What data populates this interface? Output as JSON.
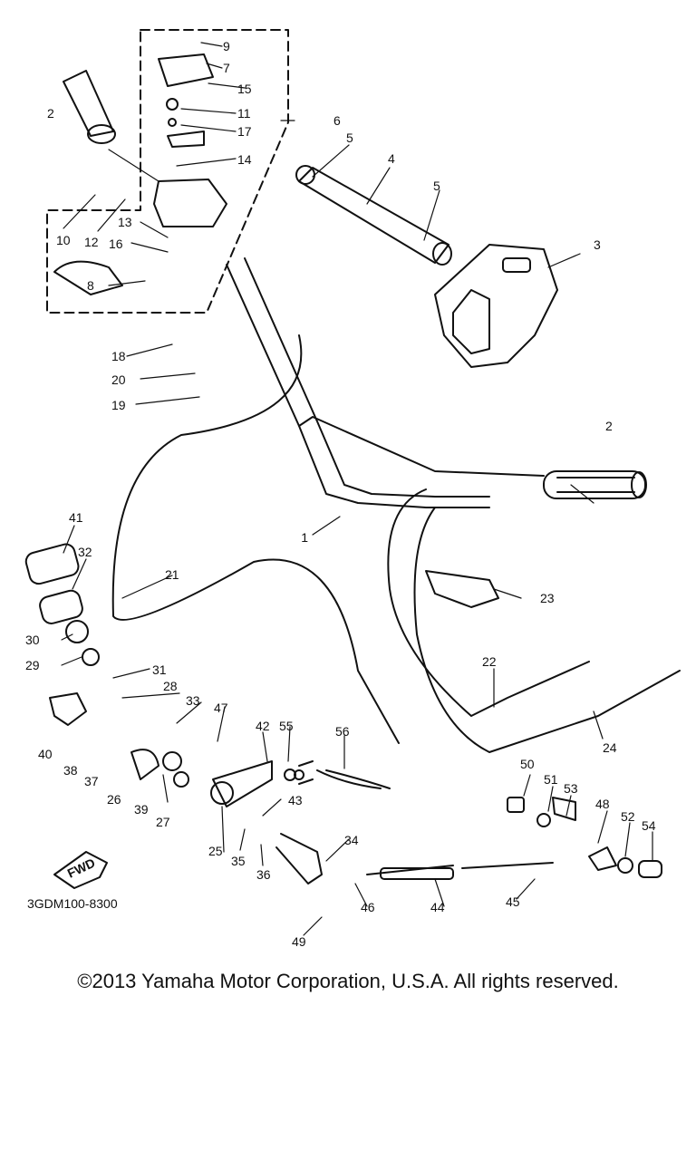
{
  "diagram_code": "3GDM100-8300",
  "fwd_label": "FWD",
  "copyright": "©2013 Yamaha Motor Corporation, U.S.A. All rights reserved.",
  "callouts": [
    "1",
    "2",
    "2",
    "3",
    "4",
    "5",
    "5",
    "6",
    "7",
    "8",
    "9",
    "10",
    "11",
    "12",
    "13",
    "14",
    "15",
    "16",
    "17",
    "18",
    "19",
    "20",
    "21",
    "22",
    "23",
    "24",
    "25",
    "26",
    "27",
    "28",
    "29",
    "30",
    "31",
    "32",
    "33",
    "34",
    "35",
    "36",
    "37",
    "38",
    "39",
    "40",
    "41",
    "42",
    "43",
    "44",
    "45",
    "46",
    "47",
    "48",
    "49",
    "50",
    "51",
    "52",
    "53",
    "54",
    "55",
    "56"
  ]
}
